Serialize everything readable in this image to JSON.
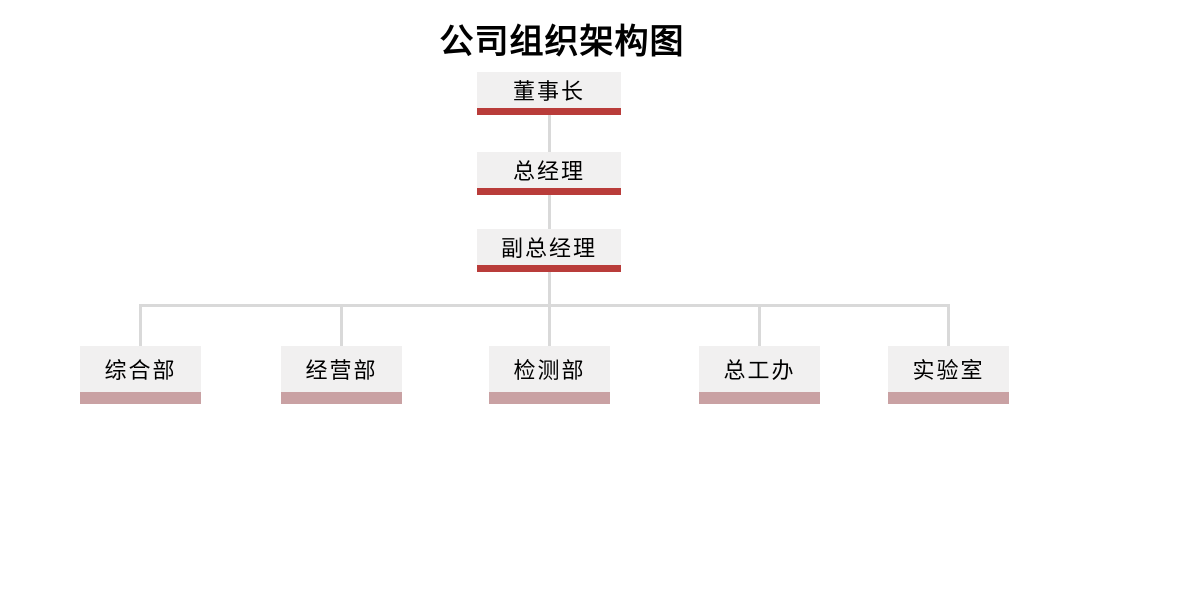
{
  "title": "公司组织架构图",
  "colors": {
    "page_bg": "#ffffff",
    "box_bg": "#f1f0f0",
    "chain_bar": "#b93c3a",
    "dept_bar": "#c9a1a3",
    "connector": "#d9d9d9",
    "text": "#000000"
  },
  "nodes": {
    "chairman": "董事长",
    "general_manager": "总经理",
    "deputy_general_manager": "副总经理",
    "departments": [
      "综合部",
      "经营部",
      "检测部",
      "总工办",
      "实验室"
    ]
  },
  "chart_data": {
    "type": "org-chart",
    "title": "公司组织架构图",
    "levels": [
      {
        "level": 1,
        "nodes": [
          "董事长"
        ]
      },
      {
        "level": 2,
        "nodes": [
          "总经理"
        ]
      },
      {
        "level": 3,
        "nodes": [
          "副总经理"
        ]
      },
      {
        "level": 4,
        "nodes": [
          "综合部",
          "经营部",
          "检测部",
          "总工办",
          "实验室"
        ]
      }
    ],
    "edges": [
      [
        "董事长",
        "总经理"
      ],
      [
        "总经理",
        "副总经理"
      ],
      [
        "副总经理",
        "综合部"
      ],
      [
        "副总经理",
        "经营部"
      ],
      [
        "副总经理",
        "检测部"
      ],
      [
        "副总经理",
        "总工办"
      ],
      [
        "副总经理",
        "实验室"
      ]
    ]
  }
}
